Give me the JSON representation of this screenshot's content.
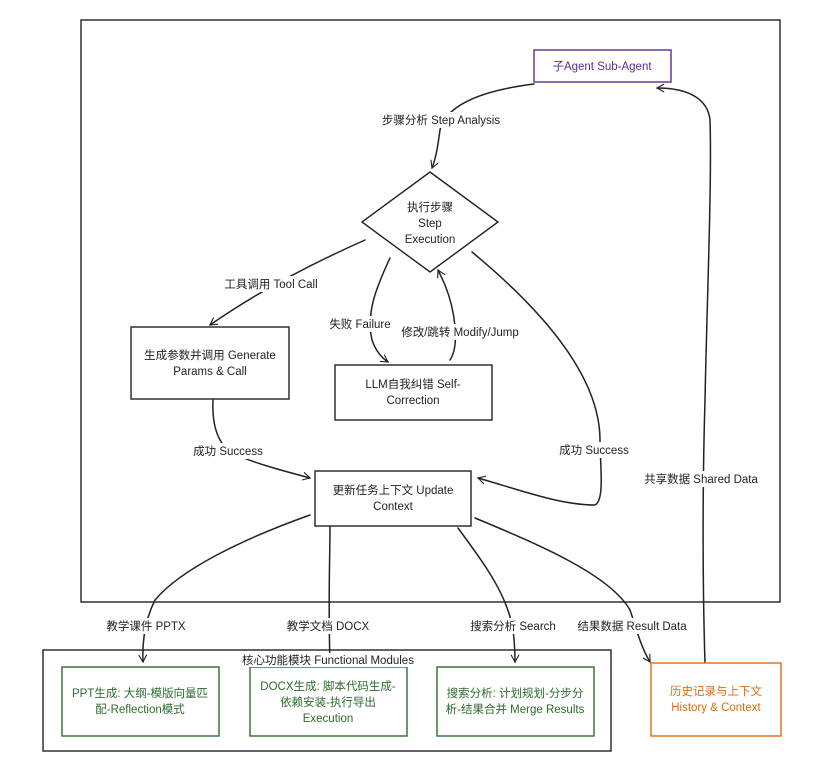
{
  "colors": {
    "stroke": "#222222",
    "subagent": "#5b2d8e",
    "module": "#2e6b2e",
    "history": "#e06b12"
  },
  "nodes": {
    "subagent": "子Agent Sub-Agent",
    "execute": [
      "执行步骤",
      "Step",
      "Execution"
    ],
    "generate": [
      "生成参数并调用 Generate",
      "Params & Call"
    ],
    "selfcorrect": [
      "LLM自我纠错 Self-",
      "Correction"
    ],
    "update": [
      "更新任务上下文 Update",
      "Context"
    ],
    "modules_title": "核心功能模块 Functional Modules",
    "ppt": [
      "PPT生成: 大纲-模版向量匹",
      "配-Reflection模式"
    ],
    "docx": [
      "DOCX生成: 脚本代码生成-",
      "依赖安装-执行导出",
      "Execution"
    ],
    "search": [
      "搜索分析: 计划规划-分步分",
      "析-结果合并 Merge Results"
    ],
    "history": [
      "历史记录与上下文",
      "History & Context"
    ]
  },
  "edges": {
    "step_analysis": "步骤分析 Step Analysis",
    "tool_call": "工具调用 Tool Call",
    "failure": "失败 Failure",
    "modify_jump": "修改/跳转 Modify/Jump",
    "success_left": "成功 Success",
    "success_right": "成功 Success",
    "shared_data": "共享数据 Shared Data",
    "pptx": "教学课件 PPTX",
    "docx": "教学文档 DOCX",
    "search": "搜索分析 Search",
    "result_data": "结果数据 Result Data"
  }
}
